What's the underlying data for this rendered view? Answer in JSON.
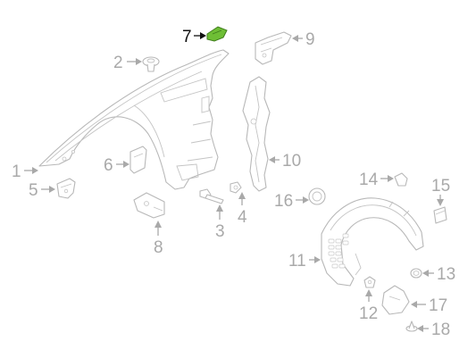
{
  "diagram": {
    "highlight_color": "#6ebe35",
    "callouts": [
      {
        "id": "1",
        "label": "1"
      },
      {
        "id": "2",
        "label": "2"
      },
      {
        "id": "3",
        "label": "3"
      },
      {
        "id": "4",
        "label": "4"
      },
      {
        "id": "5",
        "label": "5"
      },
      {
        "id": "6",
        "label": "6"
      },
      {
        "id": "7",
        "label": "7",
        "highlighted": true
      },
      {
        "id": "8",
        "label": "8"
      },
      {
        "id": "9",
        "label": "9"
      },
      {
        "id": "10",
        "label": "10"
      },
      {
        "id": "11",
        "label": "11"
      },
      {
        "id": "12",
        "label": "12"
      },
      {
        "id": "13",
        "label": "13"
      },
      {
        "id": "14",
        "label": "14"
      },
      {
        "id": "15",
        "label": "15"
      },
      {
        "id": "16",
        "label": "16"
      },
      {
        "id": "17",
        "label": "17"
      },
      {
        "id": "18",
        "label": "18"
      }
    ]
  }
}
